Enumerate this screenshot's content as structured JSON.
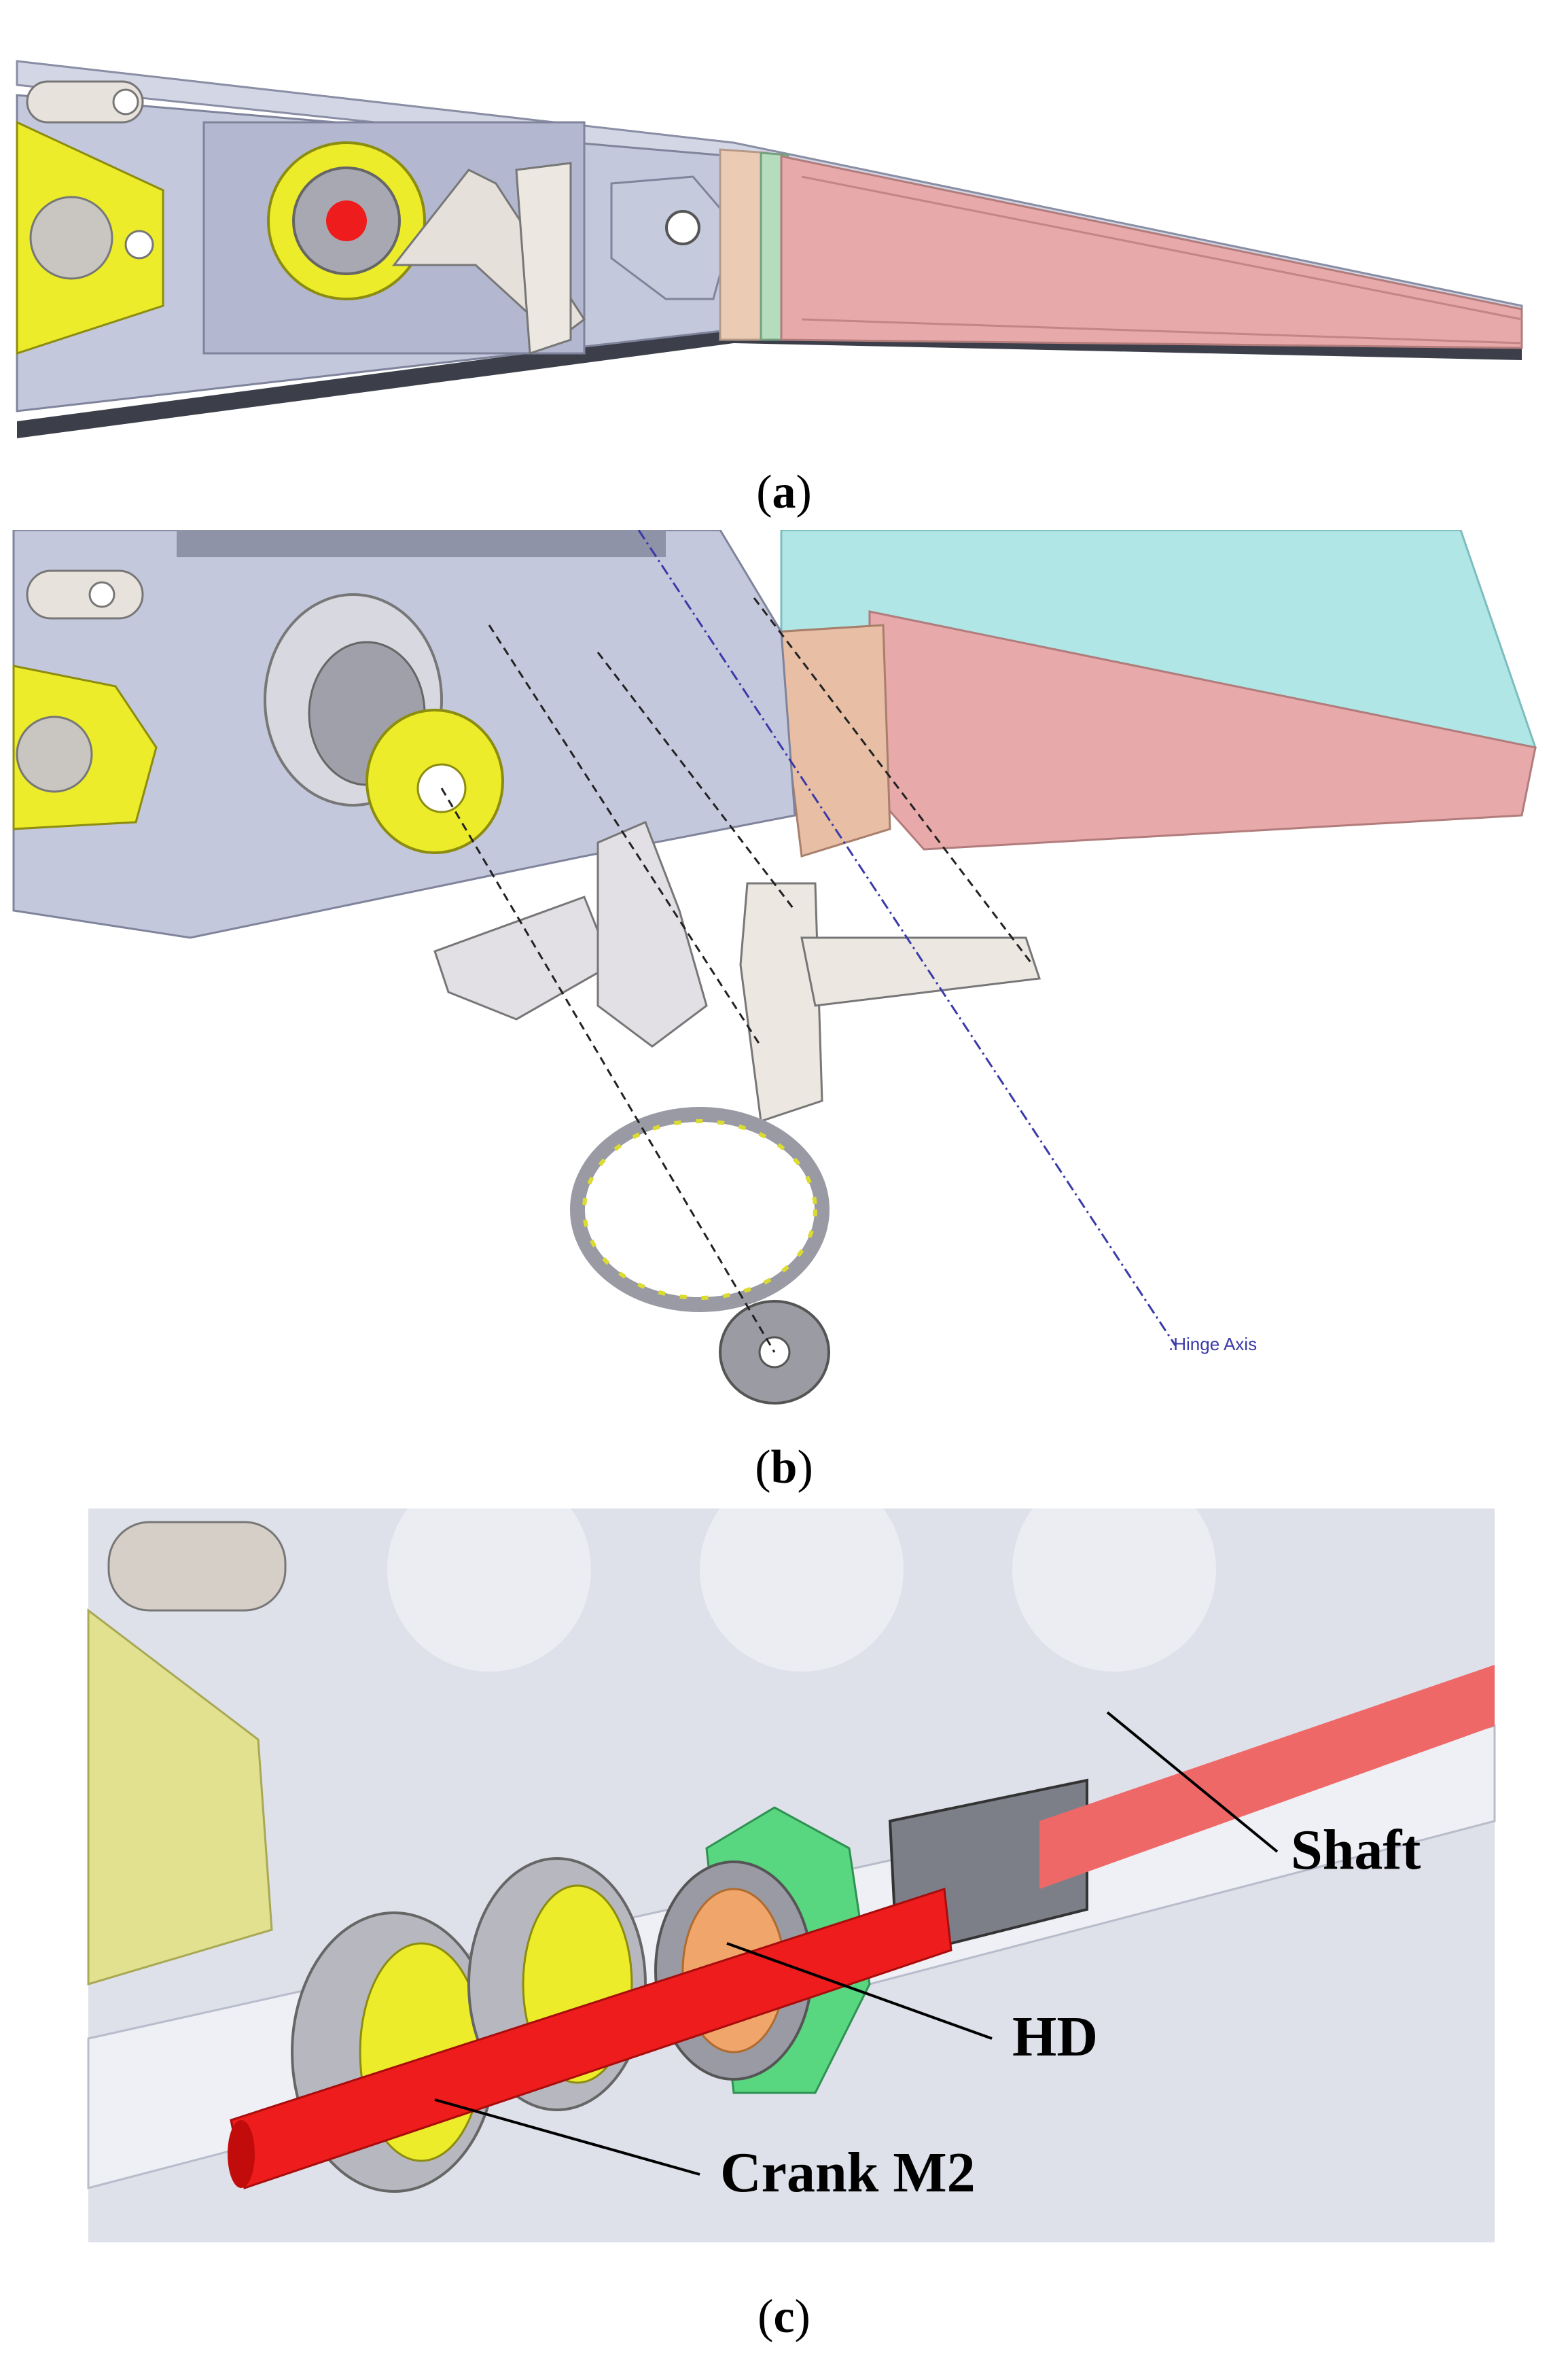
{
  "panels": [
    {
      "id": "a",
      "caption_letter": "a"
    },
    {
      "id": "b",
      "caption_letter": "b",
      "axis_label": ".Hinge Axis"
    },
    {
      "id": "c",
      "caption_letter": "c",
      "callouts": {
        "shaft": "Shaft",
        "hd": "HD",
        "crank": "Crank M2"
      }
    }
  ],
  "colors": {
    "frame": "#c4c8dc",
    "trailing_edge": "#e7a9a9",
    "crank_yellow": "#ecec2a",
    "shaft_red": "#ee1c1c",
    "bearing_green": "#58d680",
    "hd_orange": "#f0a56a",
    "cover_cyan": "#a8e4e4",
    "skin_dark": "#3c3f4a"
  }
}
